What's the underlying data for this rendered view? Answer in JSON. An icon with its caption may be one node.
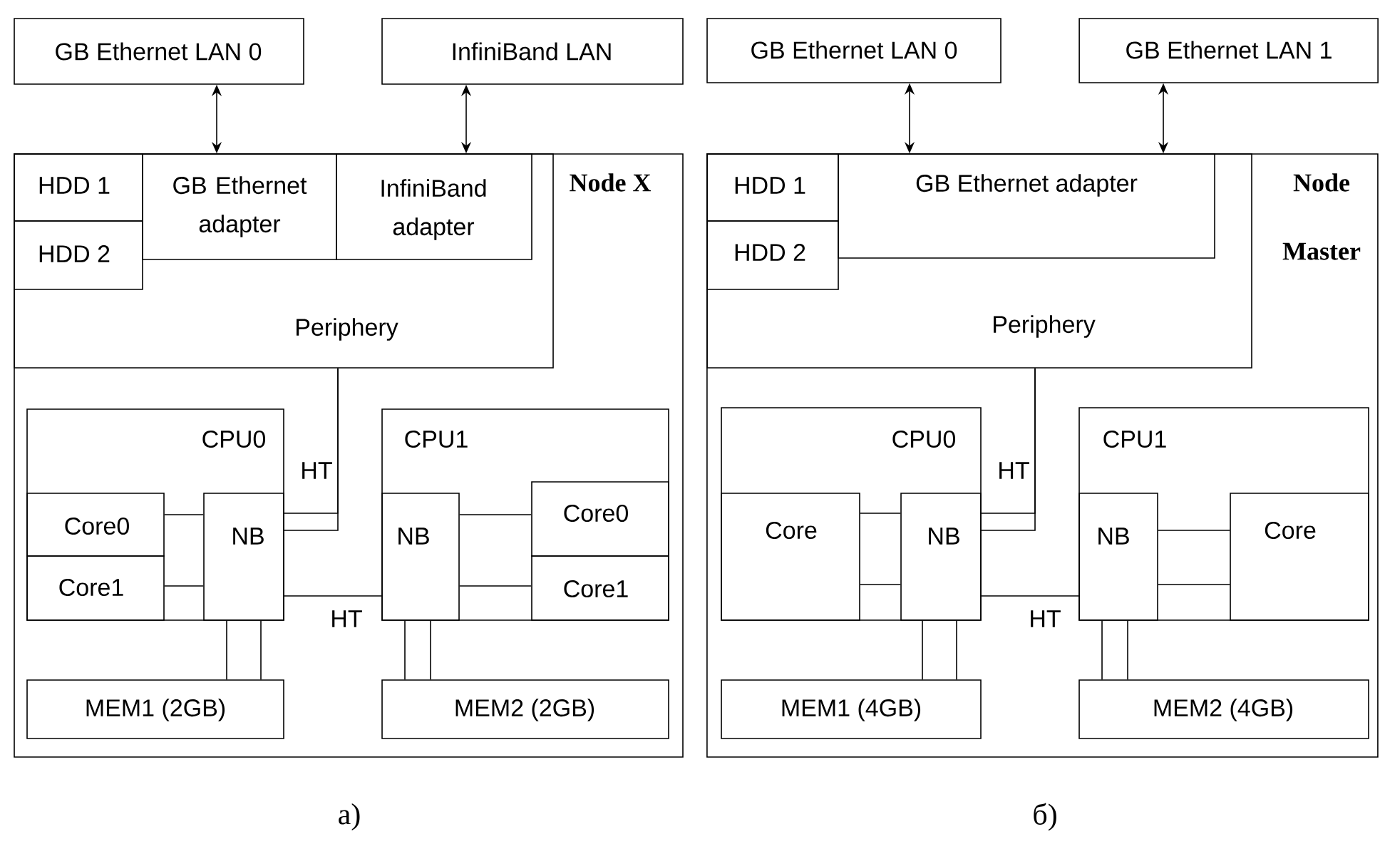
{
  "diagram": {
    "nodes": [
      {
        "text": [
          "GB Ethernet LAN 0"
        ]
      },
      {
        "text": [
          "InfiniBand LAN"
        ]
      },
      {
        "text": [
          "GB Ethernet LAN 0"
        ]
      },
      {
        "text": [
          "GB Ethernet LAN 1"
        ]
      },
      {
        "text": [
          "Node X"
        ]
      },
      {
        "text": [
          "Periphery"
        ],
        "in": 4
      },
      {
        "text": [
          "HDD 1"
        ],
        "in": 5
      },
      {
        "text": [
          "GB Ethernet adapter"
        ],
        "in": 5
      },
      {
        "text": [
          "InfiniBand adapter"
        ],
        "in": 5
      },
      {
        "text": [
          "HDD 2"
        ],
        "in": 5
      },
      {
        "text": [
          "CPU0"
        ],
        "in": 4
      },
      {
        "text": [
          "Core0"
        ],
        "in": 10
      },
      {
        "text": [
          "NB"
        ],
        "in": 10
      },
      {
        "text": [
          "Core1"
        ],
        "in": 10
      },
      {
        "text": [
          "CPU1"
        ],
        "in": 4
      },
      {
        "text": [
          "NB"
        ],
        "in": 14
      },
      {
        "text": [
          "Core0"
        ],
        "in": 14
      },
      {
        "text": [
          "Core1"
        ],
        "in": 14
      },
      {
        "text": [
          "MEM1 (2GB)"
        ],
        "in": 4
      },
      {
        "text": [
          "MEM2 (2GB)"
        ],
        "in": 4
      },
      {
        "text": [
          "Node Master"
        ]
      },
      {
        "text": [
          "Periphery"
        ],
        "in": 20
      },
      {
        "text": [
          "HDD 1"
        ],
        "in": 21
      },
      {
        "text": [
          "GB Ethernet adapter"
        ],
        "in": 21
      },
      {
        "text": [
          "HDD 2"
        ],
        "in": 21
      },
      {
        "text": [
          "CPU0"
        ],
        "in": 20
      },
      {
        "text": [
          "Core"
        ],
        "in": 25
      },
      {
        "text": [
          "NB"
        ],
        "in": 25
      },
      {
        "text": [
          "CPU1"
        ],
        "in": 20
      },
      {
        "text": [
          "NB"
        ],
        "in": 28
      },
      {
        "text": [
          "Core"
        ],
        "in": 28
      },
      {
        "text": [
          "MEM1 (4GB)"
        ],
        "in": 20
      },
      {
        "text": [
          "MEM2 (4GB)"
        ],
        "in": 20
      }
    ],
    "edges": [
      {
        "from": 0,
        "to": 7,
        "arrow": "both"
      },
      {
        "from": 1,
        "to": 8,
        "arrow": "both"
      },
      {
        "from": 2,
        "to": 23,
        "arrow": "both"
      },
      {
        "from": 3,
        "to": 23,
        "arrow": "both"
      },
      {
        "from": 11,
        "to": 12,
        "arrow": "none"
      },
      {
        "from": 13,
        "to": 12,
        "arrow": "none"
      },
      {
        "from": 5,
        "to": 12,
        "arrow": "none",
        "label": "HT"
      },
      {
        "from": 5,
        "to": 12,
        "arrow": "none"
      },
      {
        "from": 12,
        "to": 15,
        "arrow": "none",
        "label": "HT"
      },
      {
        "from": 15,
        "to": 16,
        "arrow": "none"
      },
      {
        "from": 15,
        "to": 17,
        "arrow": "none"
      },
      {
        "from": 12,
        "to": 18,
        "arrow": "none"
      },
      {
        "from": 12,
        "to": 18,
        "arrow": "none"
      },
      {
        "from": 15,
        "to": 19,
        "arrow": "none"
      },
      {
        "from": 15,
        "to": 19,
        "arrow": "none"
      },
      {
        "from": 26,
        "to": 27,
        "arrow": "none"
      },
      {
        "from": 26,
        "to": 27,
        "arrow": "none"
      },
      {
        "from": 21,
        "to": 27,
        "arrow": "none",
        "label": "HT"
      },
      {
        "from": 21,
        "to": 27,
        "arrow": "none"
      },
      {
        "from": 27,
        "to": 29,
        "arrow": "none",
        "label": "HT"
      },
      {
        "from": 29,
        "to": 30,
        "arrow": "none"
      },
      {
        "from": 29,
        "to": 30,
        "arrow": "none"
      },
      {
        "from": 27,
        "to": 31,
        "arrow": "none"
      },
      {
        "from": 27,
        "to": 31,
        "arrow": "none"
      },
      {
        "from": 29,
        "to": 32,
        "arrow": "none"
      },
      {
        "from": 29,
        "to": 32,
        "arrow": "none"
      }
    ],
    "labels": [
      "а)",
      "б)"
    ]
  }
}
